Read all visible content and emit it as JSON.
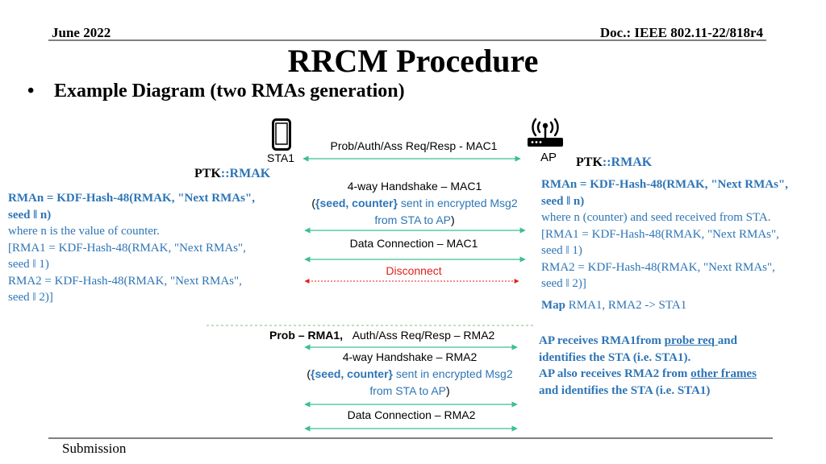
{
  "header": {
    "date": "June 2022",
    "doc": "Doc.: IEEE 802.11-22/818r4"
  },
  "title": "RRCM Procedure",
  "bullet": "Example Diagram (two RMAs generation)",
  "sta": {
    "label": "STA1"
  },
  "ap": {
    "label": "AP"
  },
  "sta_ptk": {
    "prefix": "PTK",
    "sep": "::",
    "suffix": "RMAK"
  },
  "ap_ptk": {
    "prefix": "PTK",
    "sep": "::",
    "suffix": "RMAK"
  },
  "left_info": {
    "line1": "RMAn = KDF-Hash-48(RMAK, \"Next RMAs\",",
    "line2": "seed ǁ n)",
    "line3": "where n is the value of counter.",
    "line4": "[RMA1 = KDF-Hash-48(RMAK, \"Next RMAs\",",
    "line5": "seed ǁ 1)",
    "line6": "RMA2 = KDF-Hash-48(RMAK, \"Next RMAs\",",
    "line7": "seed ǁ 2)]"
  },
  "right_info": {
    "line1": "RMAn = KDF-Hash-48(RMAK, \"Next RMAs\",",
    "line2": "seed ǁ n)",
    "line3": "where n (counter) and seed received from STA.",
    "line4": "[RMA1 = KDF-Hash-48(RMAK, \"Next RMAs\",",
    "line5": "seed ǁ 1)",
    "line6": "RMA2 = KDF-Hash-48(RMAK, \"Next RMAs\",",
    "line7": "seed ǁ 2)]",
    "map_label": "Map",
    "map_text": " RMA1, RMA2 -> STA1"
  },
  "messages": {
    "probe_auth": "Prob/Auth/Ass Req/Resp - MAC1",
    "handshake1_line1": "4-way Handshake – MAC1",
    "handshake1_open": "(",
    "handshake1_bold": "{seed, counter}",
    "handshake1_rest": "  sent in encrypted Msg2",
    "handshake1_line3": "from STA to AP",
    "handshake1_close": ")",
    "data_conn1": "Data Connection – MAC1",
    "disconnect": "Disconnect",
    "probe_rma1_bold": "Prob – RMA1,",
    "probe_rma1_rest": "Auth/Ass Req/Resp – RMA2",
    "handshake2_line1": "4-way Handshake – RMA2",
    "handshake2_open": "(",
    "handshake2_bold": "{seed, counter}",
    "handshake2_rest": " sent in encrypted Msg2",
    "handshake2_line3": "from STA to AP",
    "handshake2_close": ")",
    "data_conn2": "Data Connection – RMA2"
  },
  "ap_receives": {
    "t1": "AP receives RMA1from ",
    "t1_ul": "probe req ",
    "t1_end": "and",
    "t2": "identifies the STA (i.e. STA1).",
    "t3": "AP also receives RMA2 from ",
    "t3_ul": "other frames",
    "t4": "and identifies the STA (i.e. STA1)"
  },
  "footer": {
    "submission": "Submission"
  },
  "colors": {
    "blue_text": "#2e75b6",
    "arrow_green": "#3dbf8f",
    "disconnect_red": "#e0201b",
    "separator_green": "#7fbf7f"
  }
}
